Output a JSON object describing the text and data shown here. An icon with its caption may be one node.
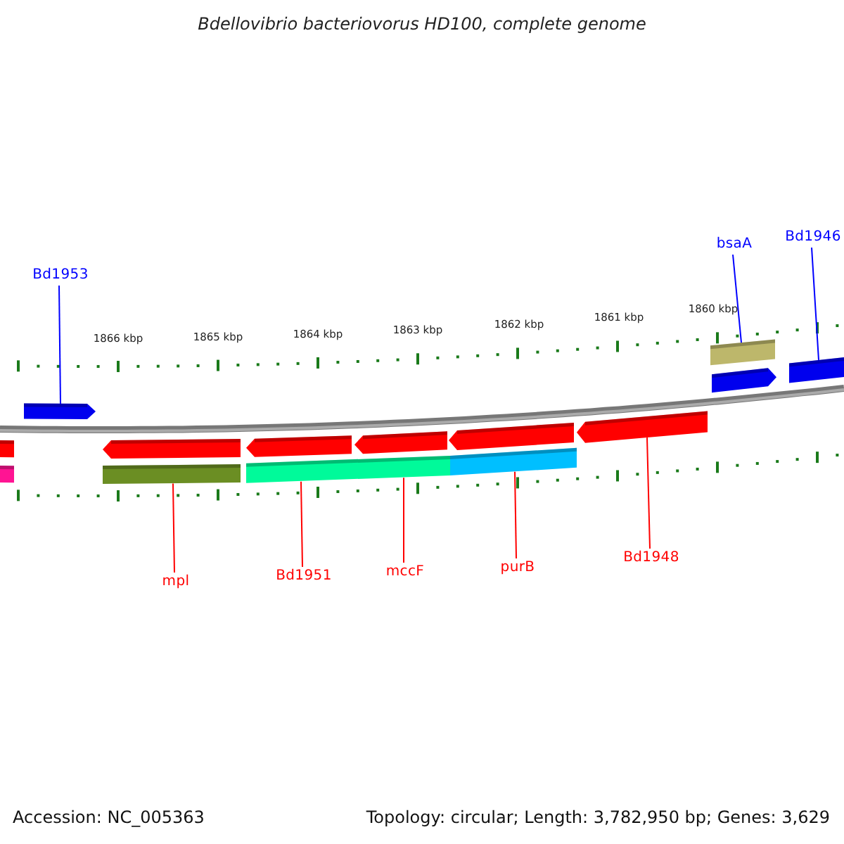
{
  "diagram": {
    "title": "Bdellovibrio bacteriovorus HD100, complete genome",
    "nodes": [
      {
        "text": [
          "Bd1953"
        ]
      },
      {
        "text": [
          "bsaA"
        ]
      },
      {
        "text": [
          "Bd1946"
        ]
      },
      {
        "text": [
          "mpl"
        ]
      },
      {
        "text": [
          "Bd1951"
        ]
      },
      {
        "text": [
          "mccF"
        ]
      },
      {
        "text": [
          "purB"
        ]
      },
      {
        "text": [
          "Bd1948"
        ]
      },
      {
        "text": [],
        "shape": "arrow"
      },
      {
        "text": [],
        "shape": "bar"
      },
      {
        "text": [],
        "shape": "bar"
      },
      {
        "text": [],
        "shape": "bar"
      },
      {
        "text": [],
        "shape": "bar"
      },
      {
        "text": [],
        "shape": "bar"
      },
      {
        "text": [],
        "shape": "arrow"
      }
    ],
    "edges": [
      {
        "from": 0,
        "to": 8,
        "arrow": "none",
        "color": "#0000ff"
      },
      {
        "from": 1,
        "to": 9,
        "arrow": "none",
        "color": "#0000ff"
      },
      {
        "from": 2,
        "to": 10,
        "arrow": "none",
        "color": "#0000ff"
      },
      {
        "from": 3,
        "to": 11,
        "arrow": "none"
      },
      {
        "from": 4,
        "to": 12,
        "arrow": "none"
      },
      {
        "from": 5,
        "to": 12,
        "arrow": "none"
      },
      {
        "from": 6,
        "to": 13,
        "arrow": "none"
      },
      {
        "from": 7,
        "to": 14,
        "arrow": "none"
      }
    ],
    "labels": [
      "1866 kbp",
      "1865 kbp",
      "1864 kbp",
      "1863 kbp",
      "1862 kbp",
      "1861 kbp",
      "1860 kbp",
      "Accession: NC_005363",
      "Topology: circular; Length: 3,782,950 bp; Genes: 3,629"
    ]
  }
}
